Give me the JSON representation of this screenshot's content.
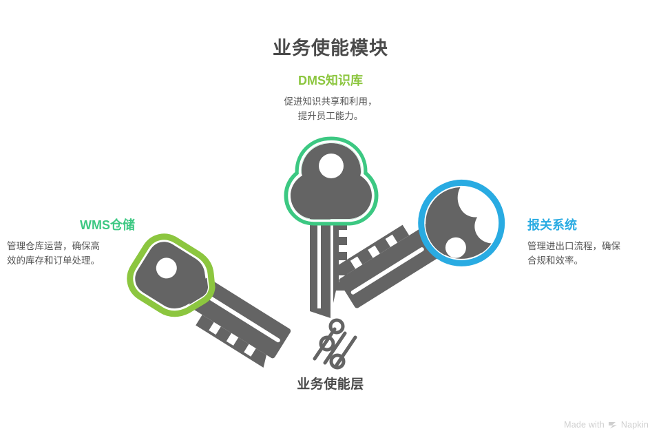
{
  "page": {
    "title": "业务使能模块",
    "bottom_caption": "业务使能层",
    "background_color": "#ffffff"
  },
  "colors": {
    "key_body_gray": "#646464",
    "olive_green": "#8cc63f",
    "spring_green": "#3cc882",
    "blue": "#29abe2",
    "title_text": "#4a4a4a",
    "body_text": "#555555",
    "watermark_text": "#cfcfcf"
  },
  "nodes": [
    {
      "id": "dms",
      "title": "DMS知识库",
      "title_color": "#8cc63f",
      "description": "促进知识共享和利用，\n提升员工能力。",
      "description_lines": [
        "促进知识共享和利用，",
        "提升员工能力。"
      ],
      "icon": "key-icon-cloud-head",
      "icon_outline_color": "#3cc882",
      "position": "top-center"
    },
    {
      "id": "wms",
      "title": "WMS仓储",
      "title_color": "#3cc882",
      "description": "管理仓库运营，确保高效的库存和订单处理。",
      "description_lines": [
        "管理仓库运营，确保高",
        "效的库存和订单处理。"
      ],
      "icon": "key-icon-pentagon-head",
      "icon_outline_color": "#8cc63f",
      "position": "left"
    },
    {
      "id": "customs",
      "title": "报关系统",
      "title_color": "#29abe2",
      "description": "管理进出口流程，确保合规和效率。",
      "description_lines": [
        "管理进出口流程，确保",
        "合规和效率。"
      ],
      "icon": "key-icon-round-head",
      "icon_outline_color": "#29abe2",
      "position": "right"
    }
  ],
  "center_icon": {
    "name": "tumbler-pins-icon",
    "color": "#646464"
  },
  "watermark": {
    "prefix": "Made with",
    "brand": "Napkin",
    "logo": "napkin-logo-icon"
  }
}
